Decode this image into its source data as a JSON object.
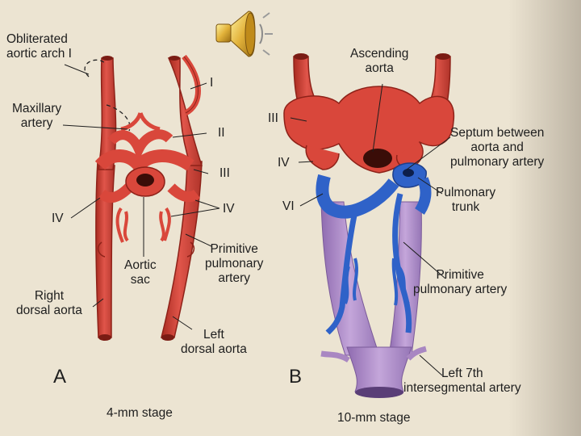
{
  "panel_a": {
    "letter": "A",
    "stage": "4-mm stage",
    "labels": {
      "obliterated_1": "Obliterated",
      "obliterated_2": "aortic arch I",
      "maxillary_1": "Maxillary",
      "maxillary_2": "artery",
      "arch_i": "I",
      "arch_ii": "II",
      "arch_iii": "III",
      "arch_iv_left": "IV",
      "arch_iv_right": "IV",
      "aortic_sac_1": "Aortic",
      "aortic_sac_2": "sac",
      "prim_pulm_1": "Primitive",
      "prim_pulm_2": "pulmonary",
      "prim_pulm_3": "artery",
      "right_dorsal_1": "Right",
      "right_dorsal_2": "dorsal aorta",
      "left_dorsal_1": "Left",
      "left_dorsal_2": "dorsal aorta"
    }
  },
  "panel_b": {
    "letter": "B",
    "stage": "10-mm stage",
    "labels": {
      "ascending_1": "Ascending",
      "ascending_2": "aorta",
      "arch_iii": "III",
      "arch_iv": "IV",
      "arch_vi": "VI",
      "septum_1": "Septum between",
      "septum_2": "aorta and",
      "septum_3": "pulmonary artery",
      "pulm_trunk_1": "Pulmonary",
      "pulm_trunk_2": "trunk",
      "prim_pulm_1": "Primitive",
      "prim_pulm_2": "pulmonary artery",
      "left7_1": "Left 7th",
      "left7_2": "intersegmental artery"
    }
  },
  "colors": {
    "artery_red": "#d9473b",
    "artery_dark": "#8e2219",
    "pulmonary_blue": "#2f62c8",
    "dorsal_purple": "#a987c2",
    "background": "#ece4d2"
  },
  "icons": {
    "audio": "speaker-icon"
  }
}
